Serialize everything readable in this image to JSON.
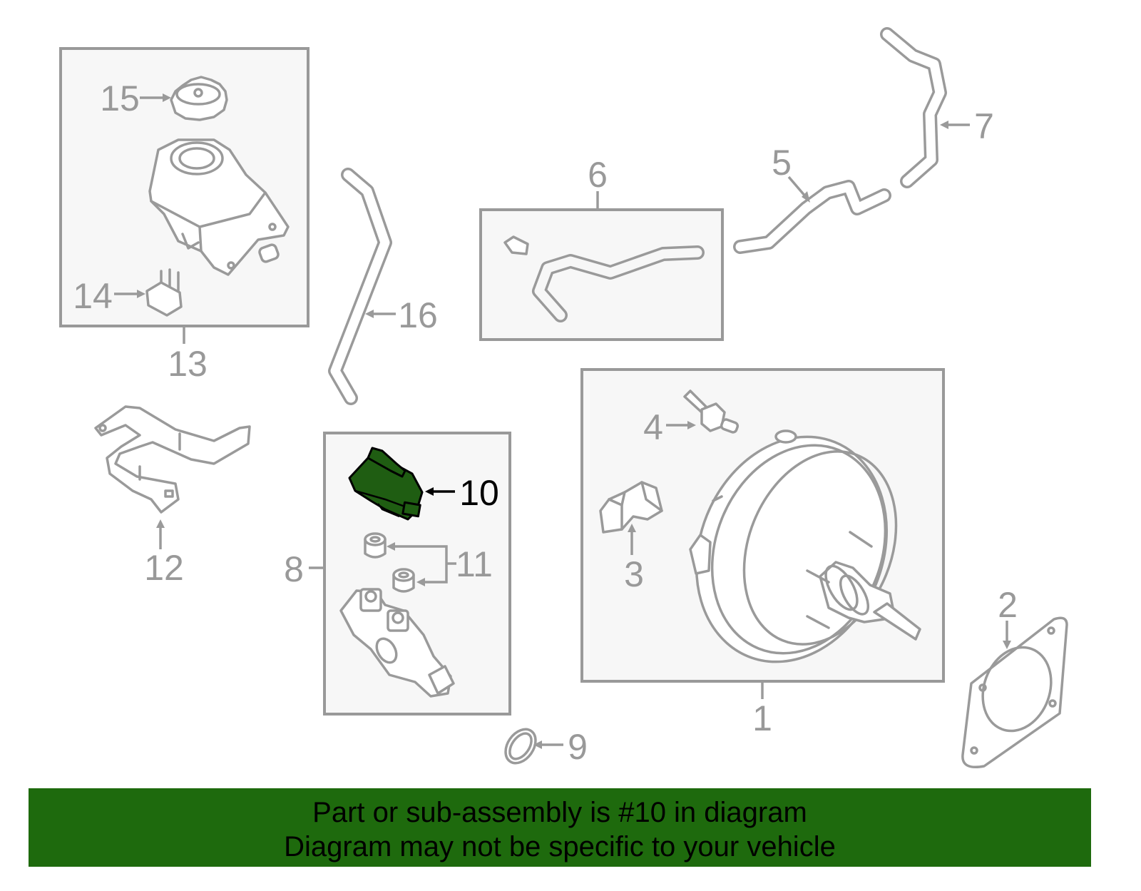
{
  "diagram": {
    "highlighted_part": "10",
    "callouts": {
      "c1": "1",
      "c2": "2",
      "c3": "3",
      "c4": "4",
      "c5": "5",
      "c6": "6",
      "c7": "7",
      "c8": "8",
      "c9": "9",
      "c10": "10",
      "c11": "11",
      "c12": "12",
      "c13": "13",
      "c14": "14",
      "c15": "15",
      "c16": "16"
    },
    "colors": {
      "line": "#9a9a9a",
      "box_fill": "#f7f7f7",
      "highlight_fill": "#1f5d12",
      "banner_bg": "#1e6a0d"
    }
  },
  "banner": {
    "line1": "Part or sub-assembly is #10 in diagram",
    "line2": "Diagram may not be specific to your vehicle"
  }
}
